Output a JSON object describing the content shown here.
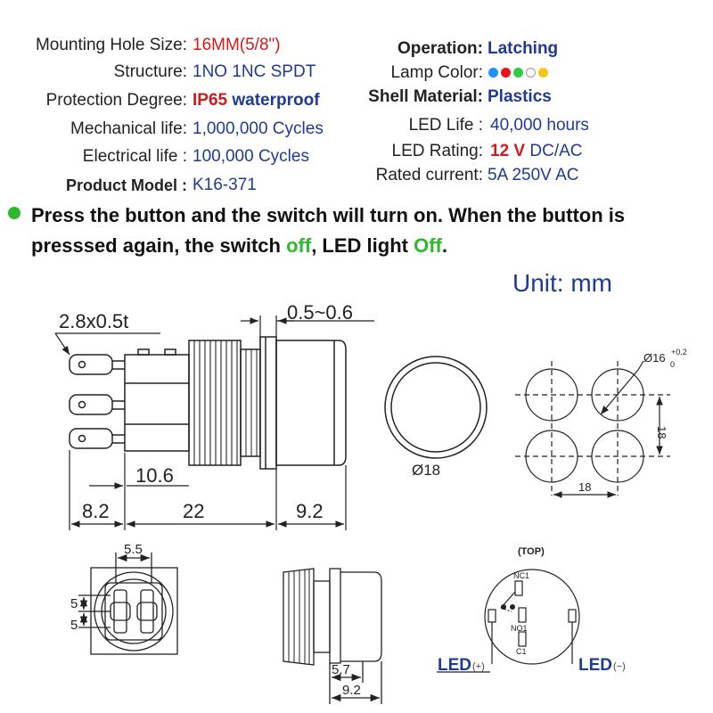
{
  "specs_left": [
    {
      "label": "Mounting Hole  Size:",
      "value": "16MM(5/8\")",
      "style": "red"
    },
    {
      "label": "Structure:",
      "value": "1NO  1NC  SPDT",
      "style": "blue"
    },
    {
      "label": "Protection  Degree:",
      "value": "IP65",
      "value2": "waterproof",
      "style": "red-bold"
    },
    {
      "label": "Mechanical life:",
      "value": "1,000,000 Cycles",
      "style": "blue"
    },
    {
      "label": "Electrical  life :",
      "value": "100,000 Cycles",
      "style": "blue"
    },
    {
      "label": "Product Model :",
      "value": "K16-371",
      "style": "blue"
    }
  ],
  "specs_right": {
    "operation": {
      "label": "Operation:",
      "value": "Latching"
    },
    "lamp_color": {
      "label": "Lamp Color:",
      "colors": [
        "#1e90ff",
        "#e8141a",
        "#2ecc40",
        "#ffffff",
        "#f5c518"
      ]
    },
    "shell": {
      "label": "Shell Material:",
      "value": "Plastics"
    },
    "led_life": {
      "label": "LED Life :",
      "value": "40,000 hours"
    },
    "led_rating": {
      "label": "LED Rating:",
      "value": "12 V",
      "value2": "DC/AC"
    },
    "rated_current": {
      "label": "Rated  current:",
      "value": "5A 250V AC"
    }
  },
  "description": {
    "line1": "Press the button and the switch will turn on. When the button is",
    "line2_a": "presssed again, the switch ",
    "line2_b": "off",
    "line2_c": ", LED light ",
    "line2_d": "Off",
    "line2_e": ".",
    "bullet_color": "#2eb82e"
  },
  "unit": "Unit: mm",
  "dimensions": {
    "terminal": "2.8x0.5t",
    "gap": "0.5~0.6",
    "d106": "10.6",
    "d82": "8.2",
    "d22": "22",
    "d92": "9.2",
    "front_dia": "Ø18",
    "hole_dia": "Ø16",
    "hole_tol_upper": "+0.2",
    "hole_tol_lower": "0",
    "spacing_v": "18",
    "spacing_h": "18",
    "bottom_55": "5.5",
    "bottom_5a": "5",
    "bottom_5b": "5",
    "side_57": "5.7",
    "side_92": "9.2"
  },
  "wiring": {
    "top": "(TOP)",
    "nc1": "NC1",
    "no1": "NO1",
    "c1": "C1",
    "led_left": "LED",
    "led_left_sign": "(+)",
    "led_right": "LED",
    "led_right_sign": "(−)"
  }
}
